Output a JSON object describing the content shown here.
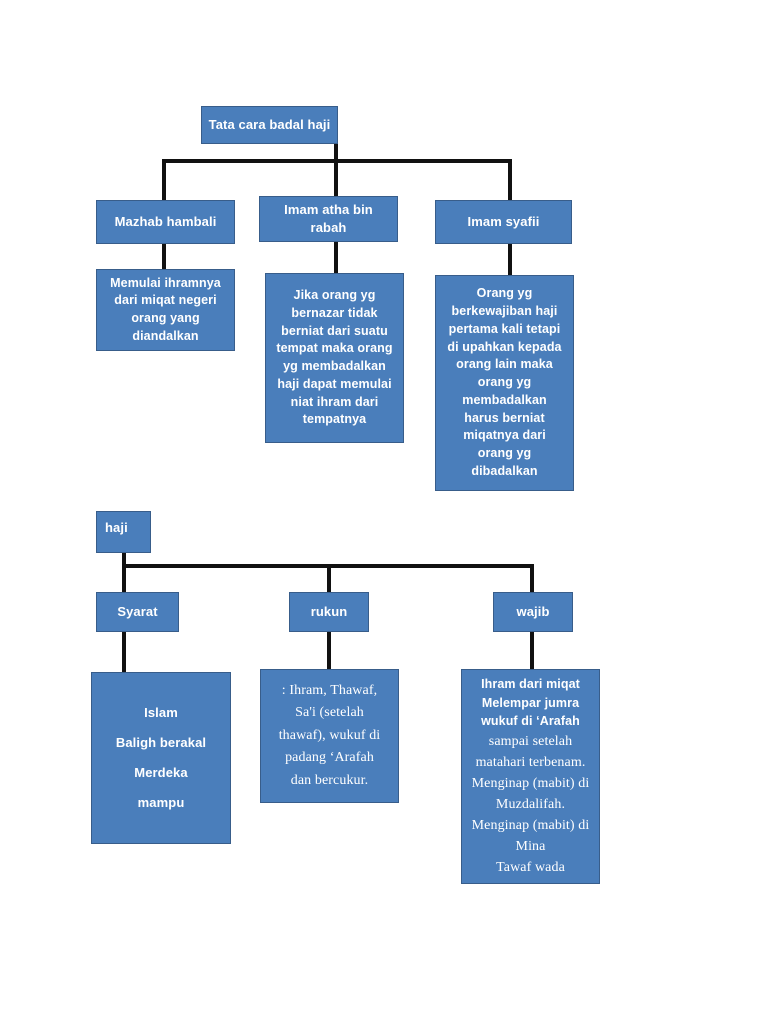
{
  "document": {
    "title": "Tata cara badal haji",
    "background_color": "#ffffff"
  },
  "style": {
    "node_fill": "#4a7ebb",
    "node_border": "#385d8a",
    "node_text_color": "#ffffff",
    "connector_color": "#111111"
  },
  "diagrams": [
    {
      "id": "diagram-badal-haji",
      "root": {
        "label": "Tata cara badal haji"
      },
      "branches": [
        {
          "heading": "Mazhab hambali",
          "detail_lines": [
            "Memulai ihramnya",
            "dari miqat negeri",
            "orang yang",
            "diandalkan"
          ]
        },
        {
          "heading_lines": [
            "Imam atha bin",
            "rabah"
          ],
          "heading": "Imam atha bin rabah",
          "detail_lines": [
            "Jika orang yg",
            "bernazar tidak",
            "berniat dari suatu",
            "tempat maka orang",
            "yg membadalkan",
            "haji dapat memulai",
            "niat ihram dari",
            "tempatnya"
          ]
        },
        {
          "heading": "Imam syafii",
          "detail_lines": [
            "Orang yg",
            "berkewajiban haji",
            "pertama kali tetapi",
            "di upahkan kepada",
            "orang lain maka",
            "orang yg",
            "membadalkan",
            "harus berniat",
            "miqatnya dari",
            "orang yg",
            "dibadalkan"
          ]
        }
      ]
    },
    {
      "id": "diagram-haji",
      "root": {
        "label": "haji"
      },
      "branches": [
        {
          "heading": "Syarat",
          "detail_lines": [
            "Islam",
            "Baligh berakal",
            "Merdeka",
            "mampu"
          ]
        },
        {
          "heading": "rukun",
          "detail_lines": [
            ": Ihram, Thawaf,",
            "Sa'i (setelah",
            "thawaf), wukuf di",
            "padang ‘Arafah",
            "dan bercukur."
          ]
        },
        {
          "heading": "wajib",
          "detail_head": "Ihram dari miqat",
          "detail_lines": [
            "Melempar jumra",
            "wukuf di ‘Arafah",
            "sampai setelah",
            "matahari terbenam.",
            "Menginap (mabit) di",
            "Muzdalifah.",
            "Menginap (mabit) di",
            "Mina"
          ],
          "detail_tail": "Tawaf wada"
        }
      ]
    }
  ]
}
